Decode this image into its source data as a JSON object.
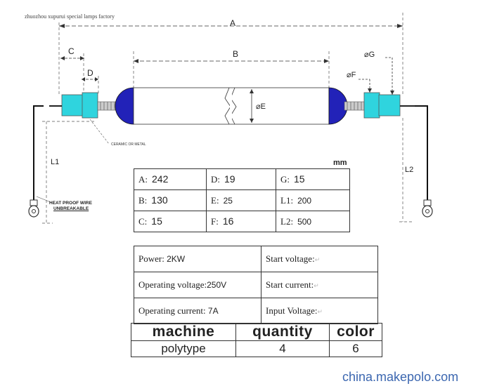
{
  "header": {
    "factory": "zhuozhou xupurui special lamps factory"
  },
  "dimension_labels": {
    "A": "A",
    "B": "B",
    "C": "C",
    "D": "D",
    "E": "⌀E",
    "F": "⌀F",
    "G": "⌀G",
    "L1": "L1",
    "L2": "L2"
  },
  "callouts": {
    "ceramic": "CERAMIC OR METAL",
    "wire_line1": "HEAT PROOF WIRE",
    "wire_line2": "UNBREAKABLE"
  },
  "unit": "mm",
  "dimensions": [
    [
      {
        "label": "A:",
        "value": "242"
      },
      {
        "label": "D:",
        "value": "19"
      },
      {
        "label": "G:",
        "value": "15"
      }
    ],
    [
      {
        "label": "B:",
        "value": "130"
      },
      {
        "label": "E:",
        "value": "25"
      },
      {
        "label": "L1:",
        "value": "200"
      }
    ],
    [
      {
        "label": "C:",
        "value": "15"
      },
      {
        "label": "F:",
        "value": "16"
      },
      {
        "label": "L2:",
        "value": "500"
      }
    ]
  ],
  "specs": [
    [
      {
        "label": "Power:",
        "value": "2KW"
      },
      {
        "label": "Start voltage:",
        "value": ""
      }
    ],
    [
      {
        "label": "Operating voltage:",
        "value": "250V"
      },
      {
        "label": "Start current:",
        "value": ""
      }
    ],
    [
      {
        "label": "Operating current:",
        "value": "7A"
      },
      {
        "label": "Input Voltage:",
        "value": ""
      }
    ]
  ],
  "order": {
    "headers": [
      "machine",
      "quantity",
      "color"
    ],
    "row": [
      "polytype",
      "4",
      "6"
    ]
  },
  "watermark": "china.makepolo.com",
  "colors": {
    "fitting": "#2fd4de",
    "end_cap": "#2222b8",
    "tube": "#ffffff"
  }
}
